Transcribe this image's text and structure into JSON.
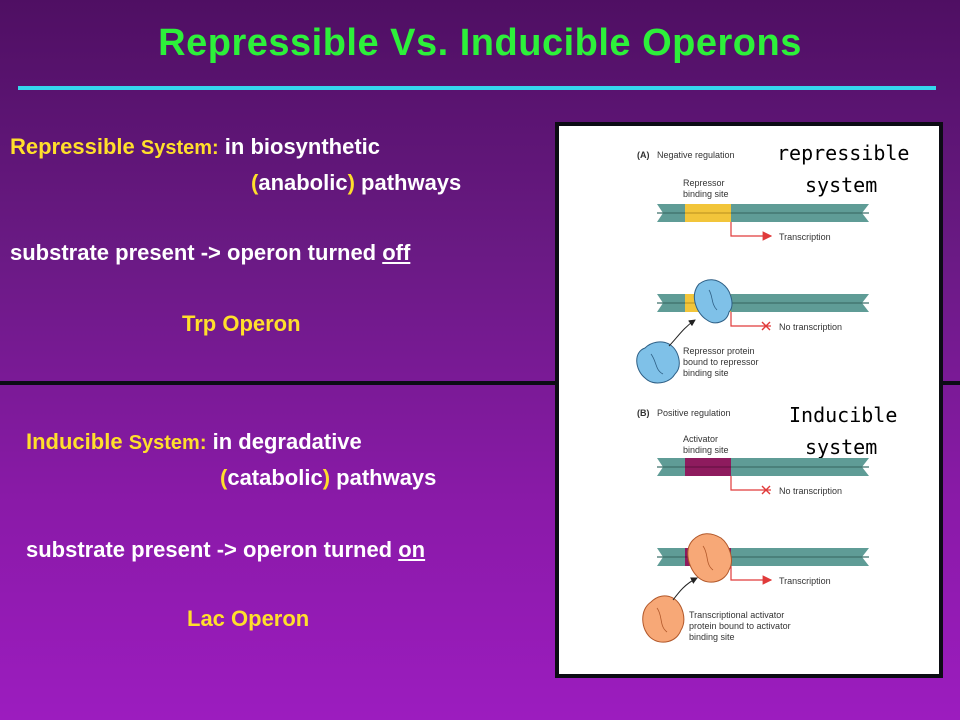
{
  "title": "Repressible Vs. Inducible Operons",
  "repressible": {
    "heading": "Repressible",
    "system_word": "System:",
    "line1_rest": "in biosynthetic",
    "line2_open": "(",
    "line2_term": "anabolic",
    "line2_close": ")",
    "line2_rest": " pathways",
    "line3_prefix": "substrate present -> operon turned ",
    "line3_state": "off",
    "example": "Trp Operon"
  },
  "inducible": {
    "heading": "Inducible",
    "system_word": "System:",
    "line1_rest": "in degradative",
    "line2_open": "(",
    "line2_term": "catabolic",
    "line2_close": ")",
    "line2_rest": " pathways",
    "line3_prefix": "substrate present -> operon turned ",
    "line3_state": "on",
    "example": "Lac Operon"
  },
  "figure": {
    "panel_a": {
      "tag": "(A)",
      "caption": "Negative regulation",
      "big_label_1": "repressible",
      "big_label_2": "system",
      "site_label_1": "Repressor",
      "site_label_2": "binding site",
      "transcription": "Transcription",
      "no_transcription": "No transcription",
      "protein_label_1": "Repressor protein",
      "protein_label_2": "bound to repressor",
      "protein_label_3": "binding site"
    },
    "panel_b": {
      "tag": "(B)",
      "caption": "Positive regulation",
      "big_label_1": "Inducible",
      "big_label_2": "system",
      "site_label_1": "Activator",
      "site_label_2": "binding site",
      "no_transcription": "No transcription",
      "transcription": "Transcription",
      "protein_label_1": "Transcriptional activator",
      "protein_label_2": "protein bound to activator",
      "protein_label_3": "binding site"
    }
  },
  "colors": {
    "title_green": "#2df03a",
    "heading_yellow": "#ffdf2b",
    "rule_cyan": "#35d6ee",
    "dna_teal": "#5f9c96",
    "repressor_site_yellow": "#f2c53a",
    "activator_site_magenta": "#8e1b5e",
    "repressor_blue": "#7fc1e8",
    "activator_orange": "#f7a877",
    "arrow_red": "#e03a3a"
  }
}
